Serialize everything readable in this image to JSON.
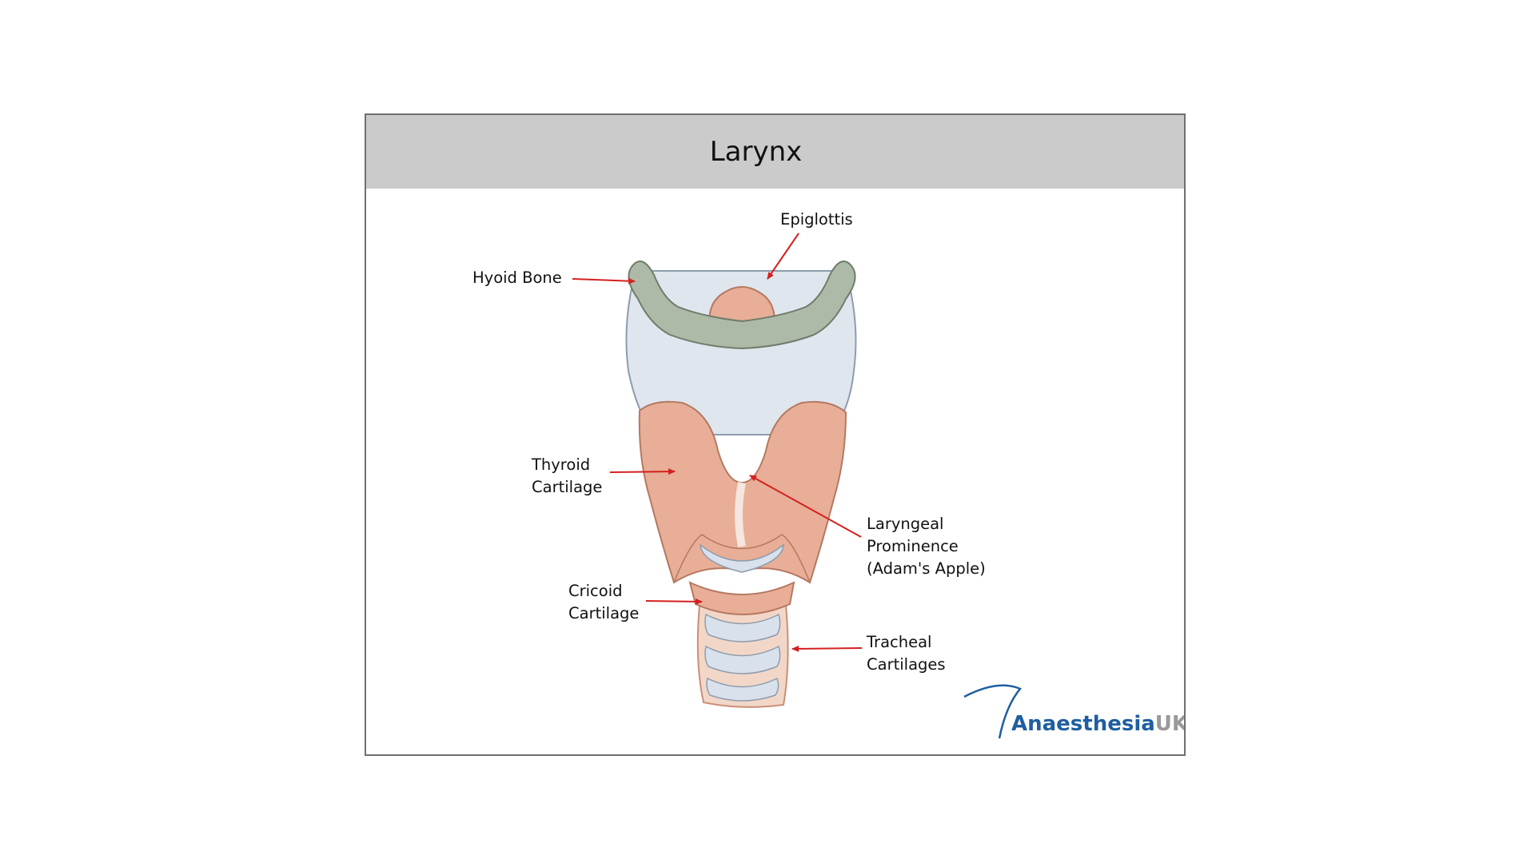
{
  "title": "Larynx",
  "labels": {
    "epiglottis": "Epiglottis",
    "hyoid": "Hyoid Bone",
    "thyroid_1": "Thyroid",
    "thyroid_2": "Cartilage",
    "prominence_1": "Laryngeal",
    "prominence_2": "Prominence",
    "prominence_3": "(Adam's Apple)",
    "cricoid_1": "Cricoid",
    "cricoid_2": "Cartilage",
    "tracheal_1": "Tracheal",
    "tracheal_2": "Cartilages"
  },
  "logo": {
    "name": "Anaesthesia",
    "suffix": "UK"
  },
  "colors": {
    "title_bar": "#cbcbcb",
    "arrow": "#d42020",
    "cartilage": "#e8ae97",
    "hyoid": "#aebaa8",
    "membrane": "#dfe6ee",
    "logo_blue": "#1f5ea0",
    "logo_grey": "#9a9a9a"
  }
}
